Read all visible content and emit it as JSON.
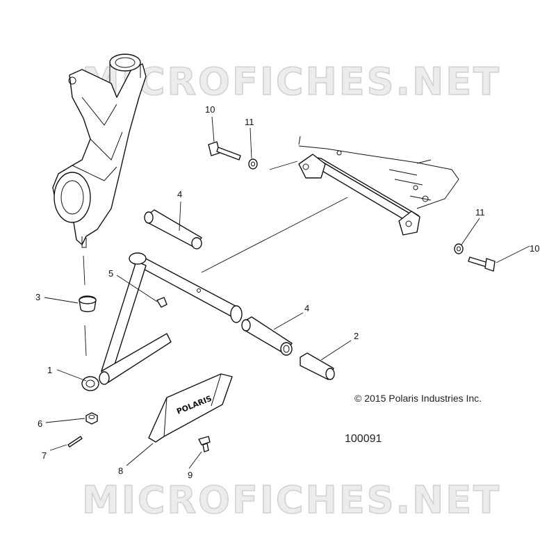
{
  "watermark": {
    "top": "MICROFICHES.NET",
    "bottom": "MICROFICHES.NET"
  },
  "copyright": "© 2015 Polaris Industries Inc.",
  "figure_number": "100091",
  "guard_logo": "POLARIS",
  "callouts": {
    "c1": "1",
    "c2": "2",
    "c3": "3",
    "c4a": "4",
    "c4b": "4",
    "c5": "5",
    "c6": "6",
    "c7": "7",
    "c8": "8",
    "c9": "9",
    "c10a": "10",
    "c10b": "10",
    "c11a": "11",
    "c11b": "11"
  }
}
